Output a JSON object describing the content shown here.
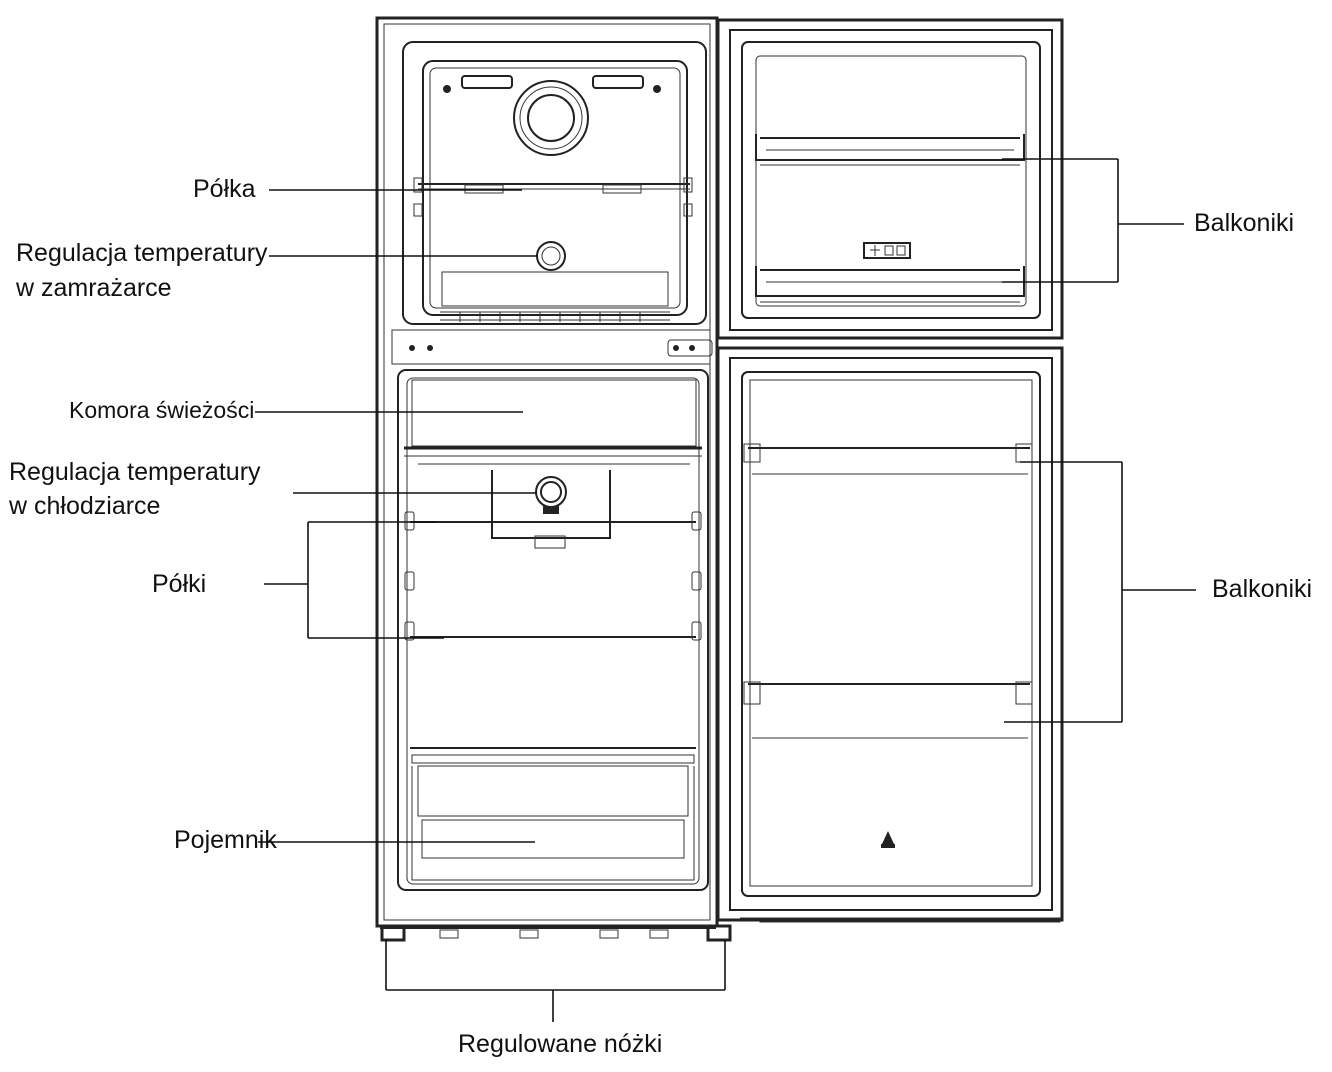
{
  "labels": {
    "polka": "Półka",
    "freezer_temp_line1": "Regulacja temperatury",
    "freezer_temp_line2": "w zamrażarce",
    "fresh_chamber": "Komora świeżości",
    "fridge_temp_line1": "Regulacja temperatury",
    "fridge_temp_line2": "w chłodziarce",
    "polki": "Półki",
    "container": "Pojemnik",
    "balconies_top": "Balkoniki",
    "balconies_bottom": "Balkoniki",
    "feet": "Regulowane nóżki"
  },
  "colors": {
    "line": "#222222",
    "text": "#111111",
    "background": "#ffffff"
  },
  "icons": [
    "temperature-knob-icon",
    "freezer-fan-icon",
    "door-snowflake-badge-icon",
    "door-logo-icon"
  ]
}
